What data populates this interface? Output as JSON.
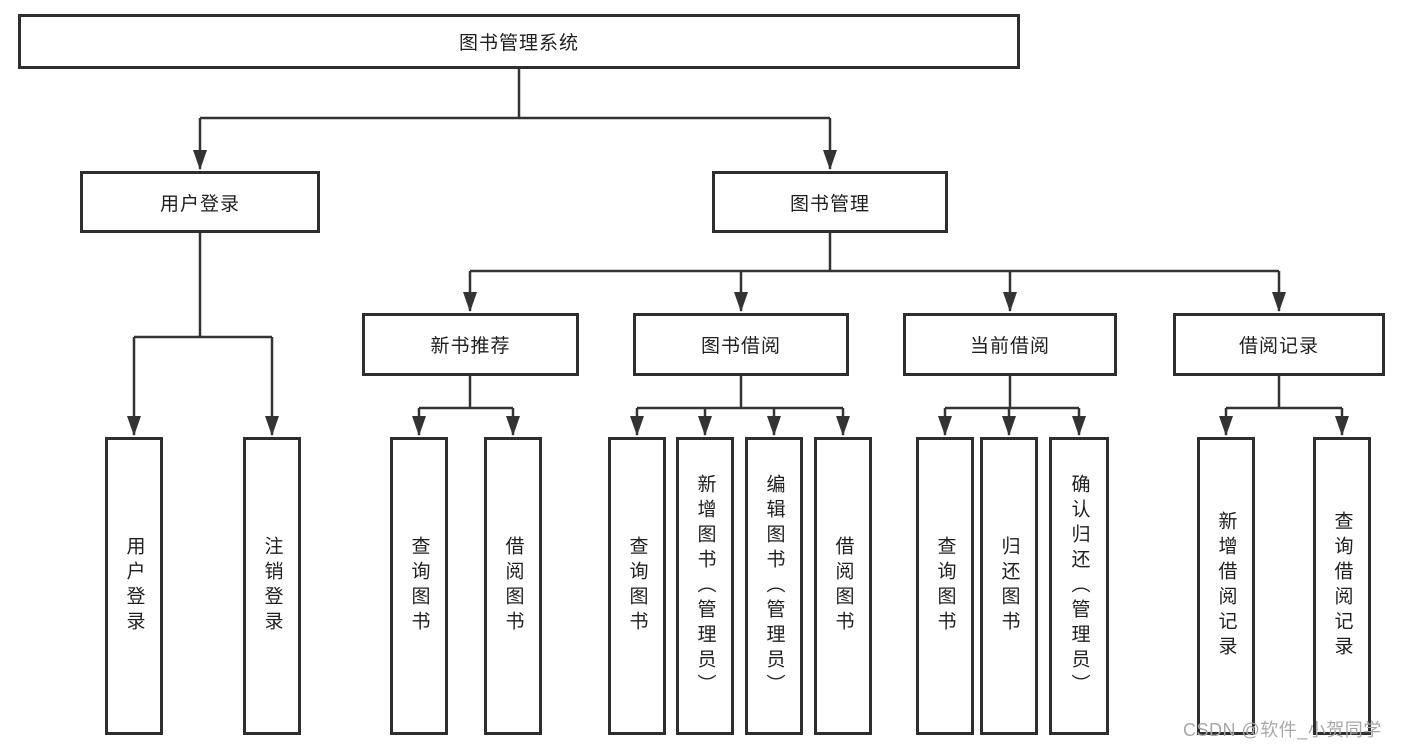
{
  "diagram": {
    "tree": {
      "label": "图书管理系统",
      "children": [
        {
          "label": "用户登录",
          "children": [
            {
              "label": "用户登录"
            },
            {
              "label": "注销登录"
            }
          ]
        },
        {
          "label": "图书管理",
          "children": [
            {
              "label": "新书推荐",
              "children": [
                {
                  "label": "查询图书"
                },
                {
                  "label": "借阅图书"
                }
              ]
            },
            {
              "label": "图书借阅",
              "children": [
                {
                  "label": "查询图书"
                },
                {
                  "label": "新增图书（管理员）"
                },
                {
                  "label": "编辑图书（管理员）"
                },
                {
                  "label": "借阅图书"
                }
              ]
            },
            {
              "label": "当前借阅",
              "children": [
                {
                  "label": "查询图书"
                },
                {
                  "label": "归还图书"
                },
                {
                  "label": "确认归还（管理员）"
                }
              ]
            },
            {
              "label": "借阅记录",
              "children": [
                {
                  "label": "新增借阅记录"
                },
                {
                  "label": "查询借阅记录"
                }
              ]
            }
          ]
        }
      ]
    },
    "watermark": "CSDN @软件_小贺同学",
    "colors": {
      "line": "#333333",
      "box_border": "#2e2e2e",
      "text": "#1f1f1f",
      "watermark": "#a8a8a8",
      "background": "#ffffff"
    }
  }
}
